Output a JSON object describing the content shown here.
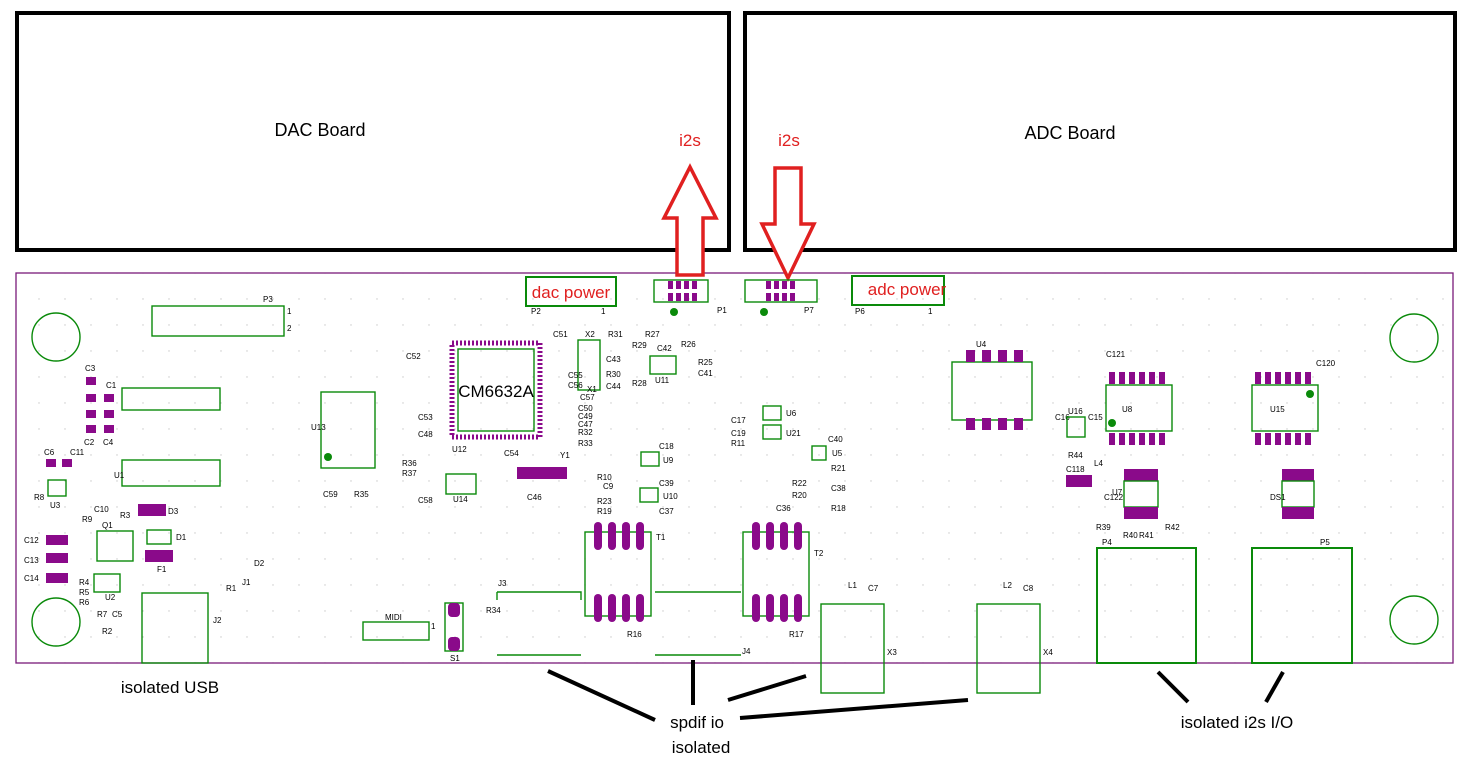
{
  "boards": {
    "dac": "DAC Board",
    "adc": "ADC Board"
  },
  "signals": {
    "i2s_left": "i2s",
    "i2s_right": "i2s",
    "dac_power": "dac power",
    "adc_power": "adc power"
  },
  "main_chip": "CM6632A",
  "annotations": {
    "isolated_usb": "isolated USB",
    "spdif_line1": "spdif io",
    "spdif_line2": "isolated",
    "isolated_i2s": "isolated i2s I/O"
  },
  "connectors": {
    "p1": "P1",
    "p2": "P2",
    "p3": "P3",
    "p4": "P4",
    "p5": "P5",
    "p6": "P6",
    "p7": "P7",
    "j1": "J1",
    "j2": "J2",
    "j3": "J3",
    "j4": "J4",
    "midi": "MIDI",
    "x3": "X3",
    "x4": "X4",
    "t1": "T1",
    "t2": "T2",
    "s1": "S1",
    "pin1": "1",
    "pin2": "2"
  },
  "components": {
    "u1": "U1",
    "u2": "U2",
    "u3": "U3",
    "u4": "U4",
    "u5": "U5",
    "u6": "U6",
    "u7": "U7",
    "u8": "U8",
    "u9": "U9",
    "u10": "U10",
    "u11": "U11",
    "u12": "U12",
    "u13": "U13",
    "u14": "U14",
    "u15": "U15",
    "u16": "U16",
    "u21": "U21",
    "x1": "X1",
    "x2": "X2",
    "y1": "Y1",
    "q1": "Q1",
    "d1": "D1",
    "d2": "D2",
    "d3": "D3",
    "f1": "F1",
    "l1": "L1",
    "l2": "L2",
    "l4": "L4",
    "ds1": "DS1",
    "c1": "C1",
    "c2": "C2",
    "c3": "C3",
    "c4": "C4",
    "c5": "C5",
    "c6": "C6",
    "c7": "C7",
    "c8": "C8",
    "c9": "C9",
    "c10": "C10",
    "c11": "C11",
    "c12": "C12",
    "c13": "C13",
    "c14": "C14",
    "c15": "C15",
    "c16": "C16",
    "c17": "C17",
    "c18": "C18",
    "c19": "C19",
    "c36": "C36",
    "c37": "C37",
    "c38": "C38",
    "c39": "C39",
    "c40": "C40",
    "c41": "C41",
    "c42": "C42",
    "c43": "C43",
    "c44": "C44",
    "c46": "C46",
    "c47": "C47",
    "c48": "C48",
    "c49": "C49",
    "c50": "C50",
    "c51": "C51",
    "c52": "C52",
    "c53": "C53",
    "c54": "C54",
    "c55": "C55",
    "c56": "C56",
    "c57": "C57",
    "c58": "C58",
    "c59": "C59",
    "c118": "C118",
    "c120": "C120",
    "c121": "C121",
    "c122": "C122",
    "r1": "R1",
    "r2": "R2",
    "r3": "R3",
    "r4": "R4",
    "r5": "R5",
    "r6": "R6",
    "r7": "R7",
    "r8": "R8",
    "r9": "R9",
    "r10": "R10",
    "r11": "R11",
    "r16": "R16",
    "r17": "R17",
    "r18": "R18",
    "r19": "R19",
    "r20": "R20",
    "r21": "R21",
    "r22": "R22",
    "r23": "R23",
    "r25": "R25",
    "r26": "R26",
    "r27": "R27",
    "r28": "R28",
    "r29": "R29",
    "r30": "R30",
    "r31": "R31",
    "r32": "R32",
    "r33": "R33",
    "r34": "R34",
    "r35": "R35",
    "r36": "R36",
    "r37": "R37",
    "r39": "R39",
    "r40": "R40",
    "r41": "R41",
    "r42": "R42",
    "r44": "R44"
  },
  "colors": {
    "pcb_outline": "#7a1a7a",
    "silkscreen": "#0a8a0a",
    "pad": "#8a0a8a",
    "red_annotation": "#e02020",
    "board_outline": "#000000"
  }
}
